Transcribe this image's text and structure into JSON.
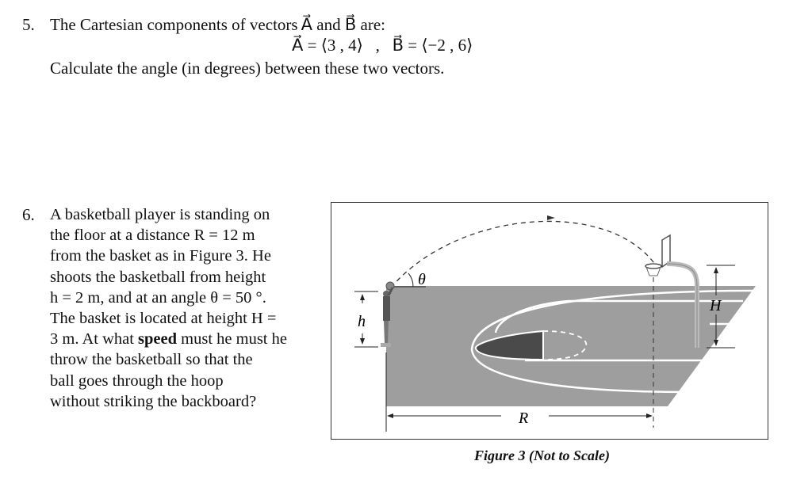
{
  "q5": {
    "number": "5.",
    "intro": "The Cartesian components of vectors A⃗ and B⃗ are:",
    "equation": "A⃗ = ⟨3 , 4⟩   ,   B⃗ = ⟨−2 , 6⟩",
    "prompt": "Calculate the angle (in degrees) between these two vectors."
  },
  "q6": {
    "number": "6.",
    "lines": [
      "A basketball player is standing on",
      "the floor at a distance R = 12 m",
      "from the basket as in Figure 3.  He",
      "shoots the basketball from height",
      "h = 2 m, and at an angle θ = 50 °.",
      "The basket is located at height H =",
      "3 m.    At what speed must he",
      "throw the basketball so that the",
      "ball  goes  through  the  hoop",
      "without striking the backboard?"
    ],
    "speed_word": "speed"
  },
  "figure": {
    "labels": {
      "theta": "θ",
      "h": "h",
      "H": "H",
      "R": "R"
    },
    "caption": "Figure 3  (Not to Scale)"
  }
}
